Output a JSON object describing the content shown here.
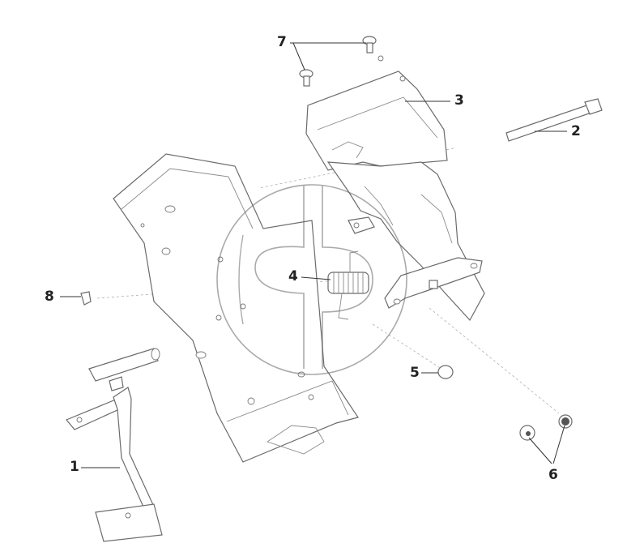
{
  "diagram": {
    "callouts": {
      "c1": "1",
      "c2": "2",
      "c3": "3",
      "c4": "4",
      "c5": "5",
      "c6": "6",
      "c7": "7",
      "c8": "8"
    },
    "watermark_letters": "CP"
  }
}
